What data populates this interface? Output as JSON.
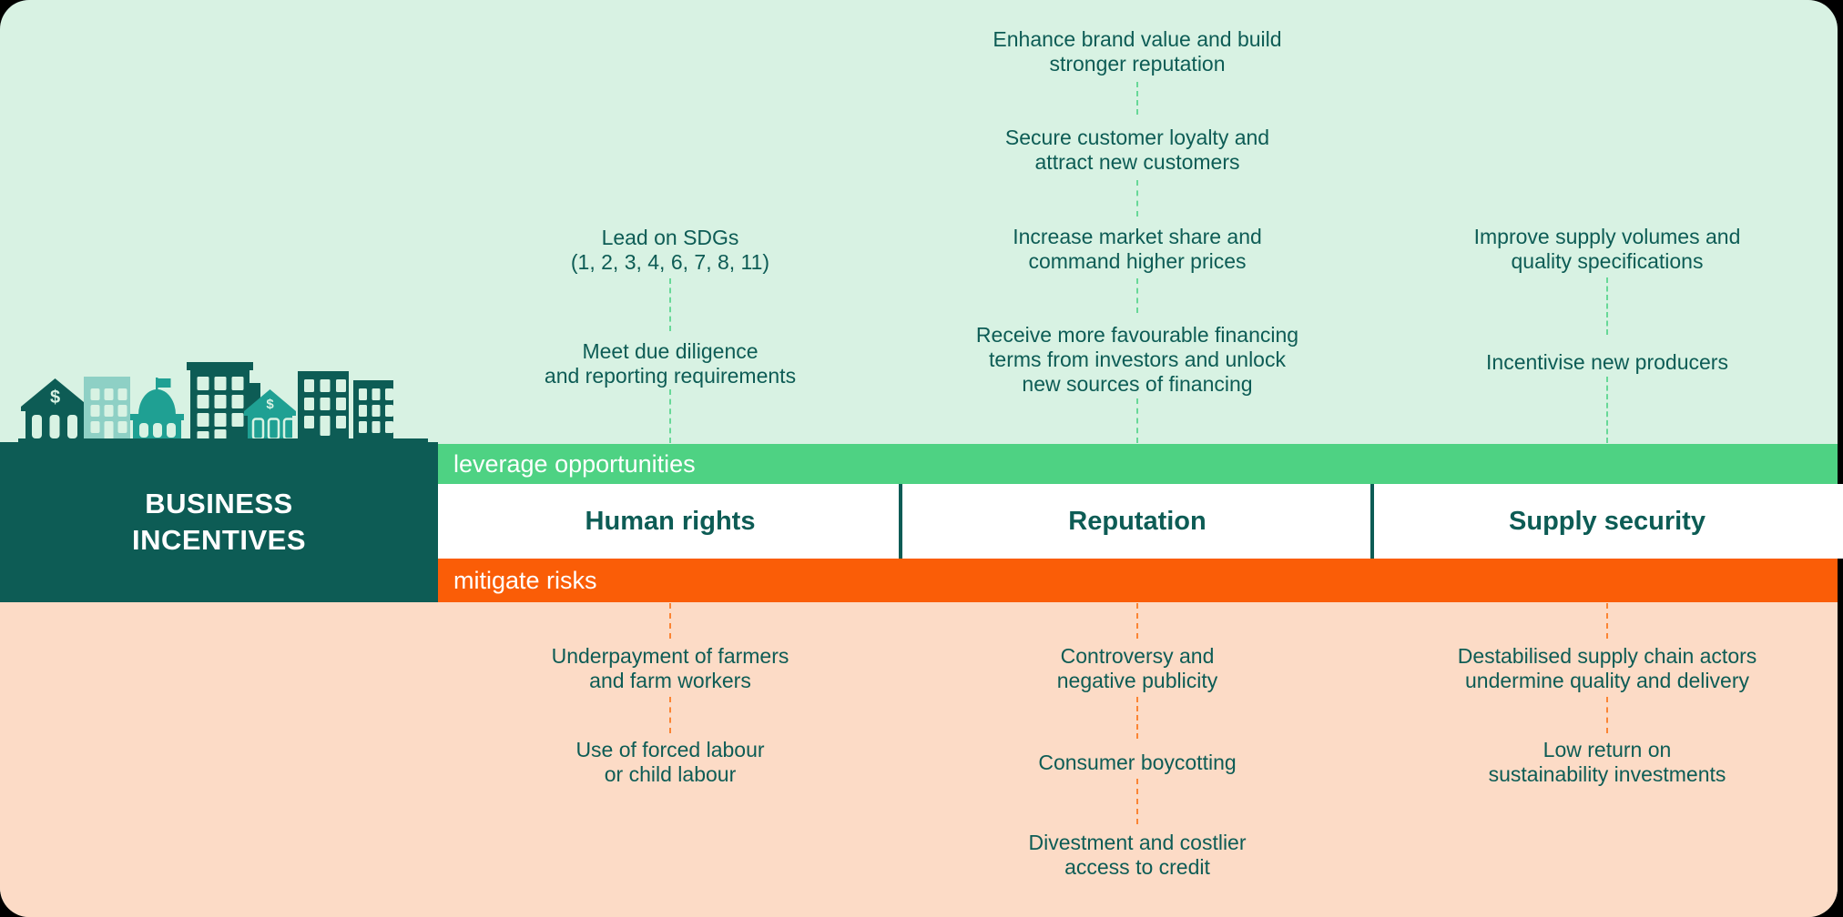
{
  "brand": {
    "title": "BUSINESS\nINCENTIVES"
  },
  "bands": {
    "opportunities_label": "leverage opportunities",
    "risks_label": "mitigate risks"
  },
  "columns": [
    {
      "header": "Human rights",
      "opportunities": [
        "Lead on SDGs\n(1, 2, 3, 4, 6, 7, 8, 11)",
        "Meet due diligence\nand reporting requirements"
      ],
      "risks": [
        "Underpayment of farmers\nand farm workers",
        "Use of forced labour\nor child labour"
      ]
    },
    {
      "header": "Reputation",
      "opportunities": [
        "Enhance brand value and build\nstronger reputation",
        "Secure customer loyalty and\nattract new customers",
        "Increase market share and\ncommand higher prices",
        "Receive more favourable financing\nterms from investors and unlock\nnew sources of financing"
      ],
      "risks": [
        "Controversy and\nnegative publicity",
        "Consumer boycotting",
        "Divestment and costlier\naccess to credit"
      ]
    },
    {
      "header": "Supply security",
      "opportunities": [
        "Improve supply volumes and\nquality specifications",
        "Incentivise new producers"
      ],
      "risks": [
        "Destabilised supply chain actors\nundermine quality and delivery",
        "Low return on\nsustainability investments"
      ]
    }
  ],
  "colors": {
    "mint": "#d8f2e3",
    "peach": "#fcdbc6",
    "teal": "#0d5c55",
    "green_bar": "#4ed283",
    "orange_bar": "#fa5d07",
    "green_dash": "#67d897",
    "orange_dash": "#fb8433",
    "light_teal": "#8ed0c5",
    "mid_teal": "#1fa093",
    "white": "#ffffff"
  }
}
